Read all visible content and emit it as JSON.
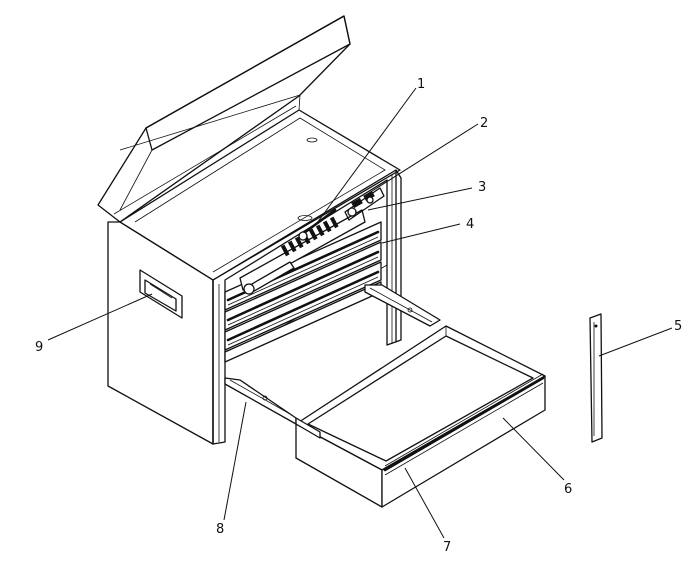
{
  "diagram": {
    "callouts": [
      {
        "id": "1",
        "label": "1"
      },
      {
        "id": "2",
        "label": "2"
      },
      {
        "id": "3",
        "label": "3"
      },
      {
        "id": "4",
        "label": "4"
      },
      {
        "id": "5",
        "label": "5"
      },
      {
        "id": "6",
        "label": "6"
      },
      {
        "id": "7",
        "label": "7"
      },
      {
        "id": "8",
        "label": "8"
      },
      {
        "id": "9",
        "label": "9"
      }
    ],
    "ink_color": "#111111",
    "background_color": "#ffffff"
  }
}
